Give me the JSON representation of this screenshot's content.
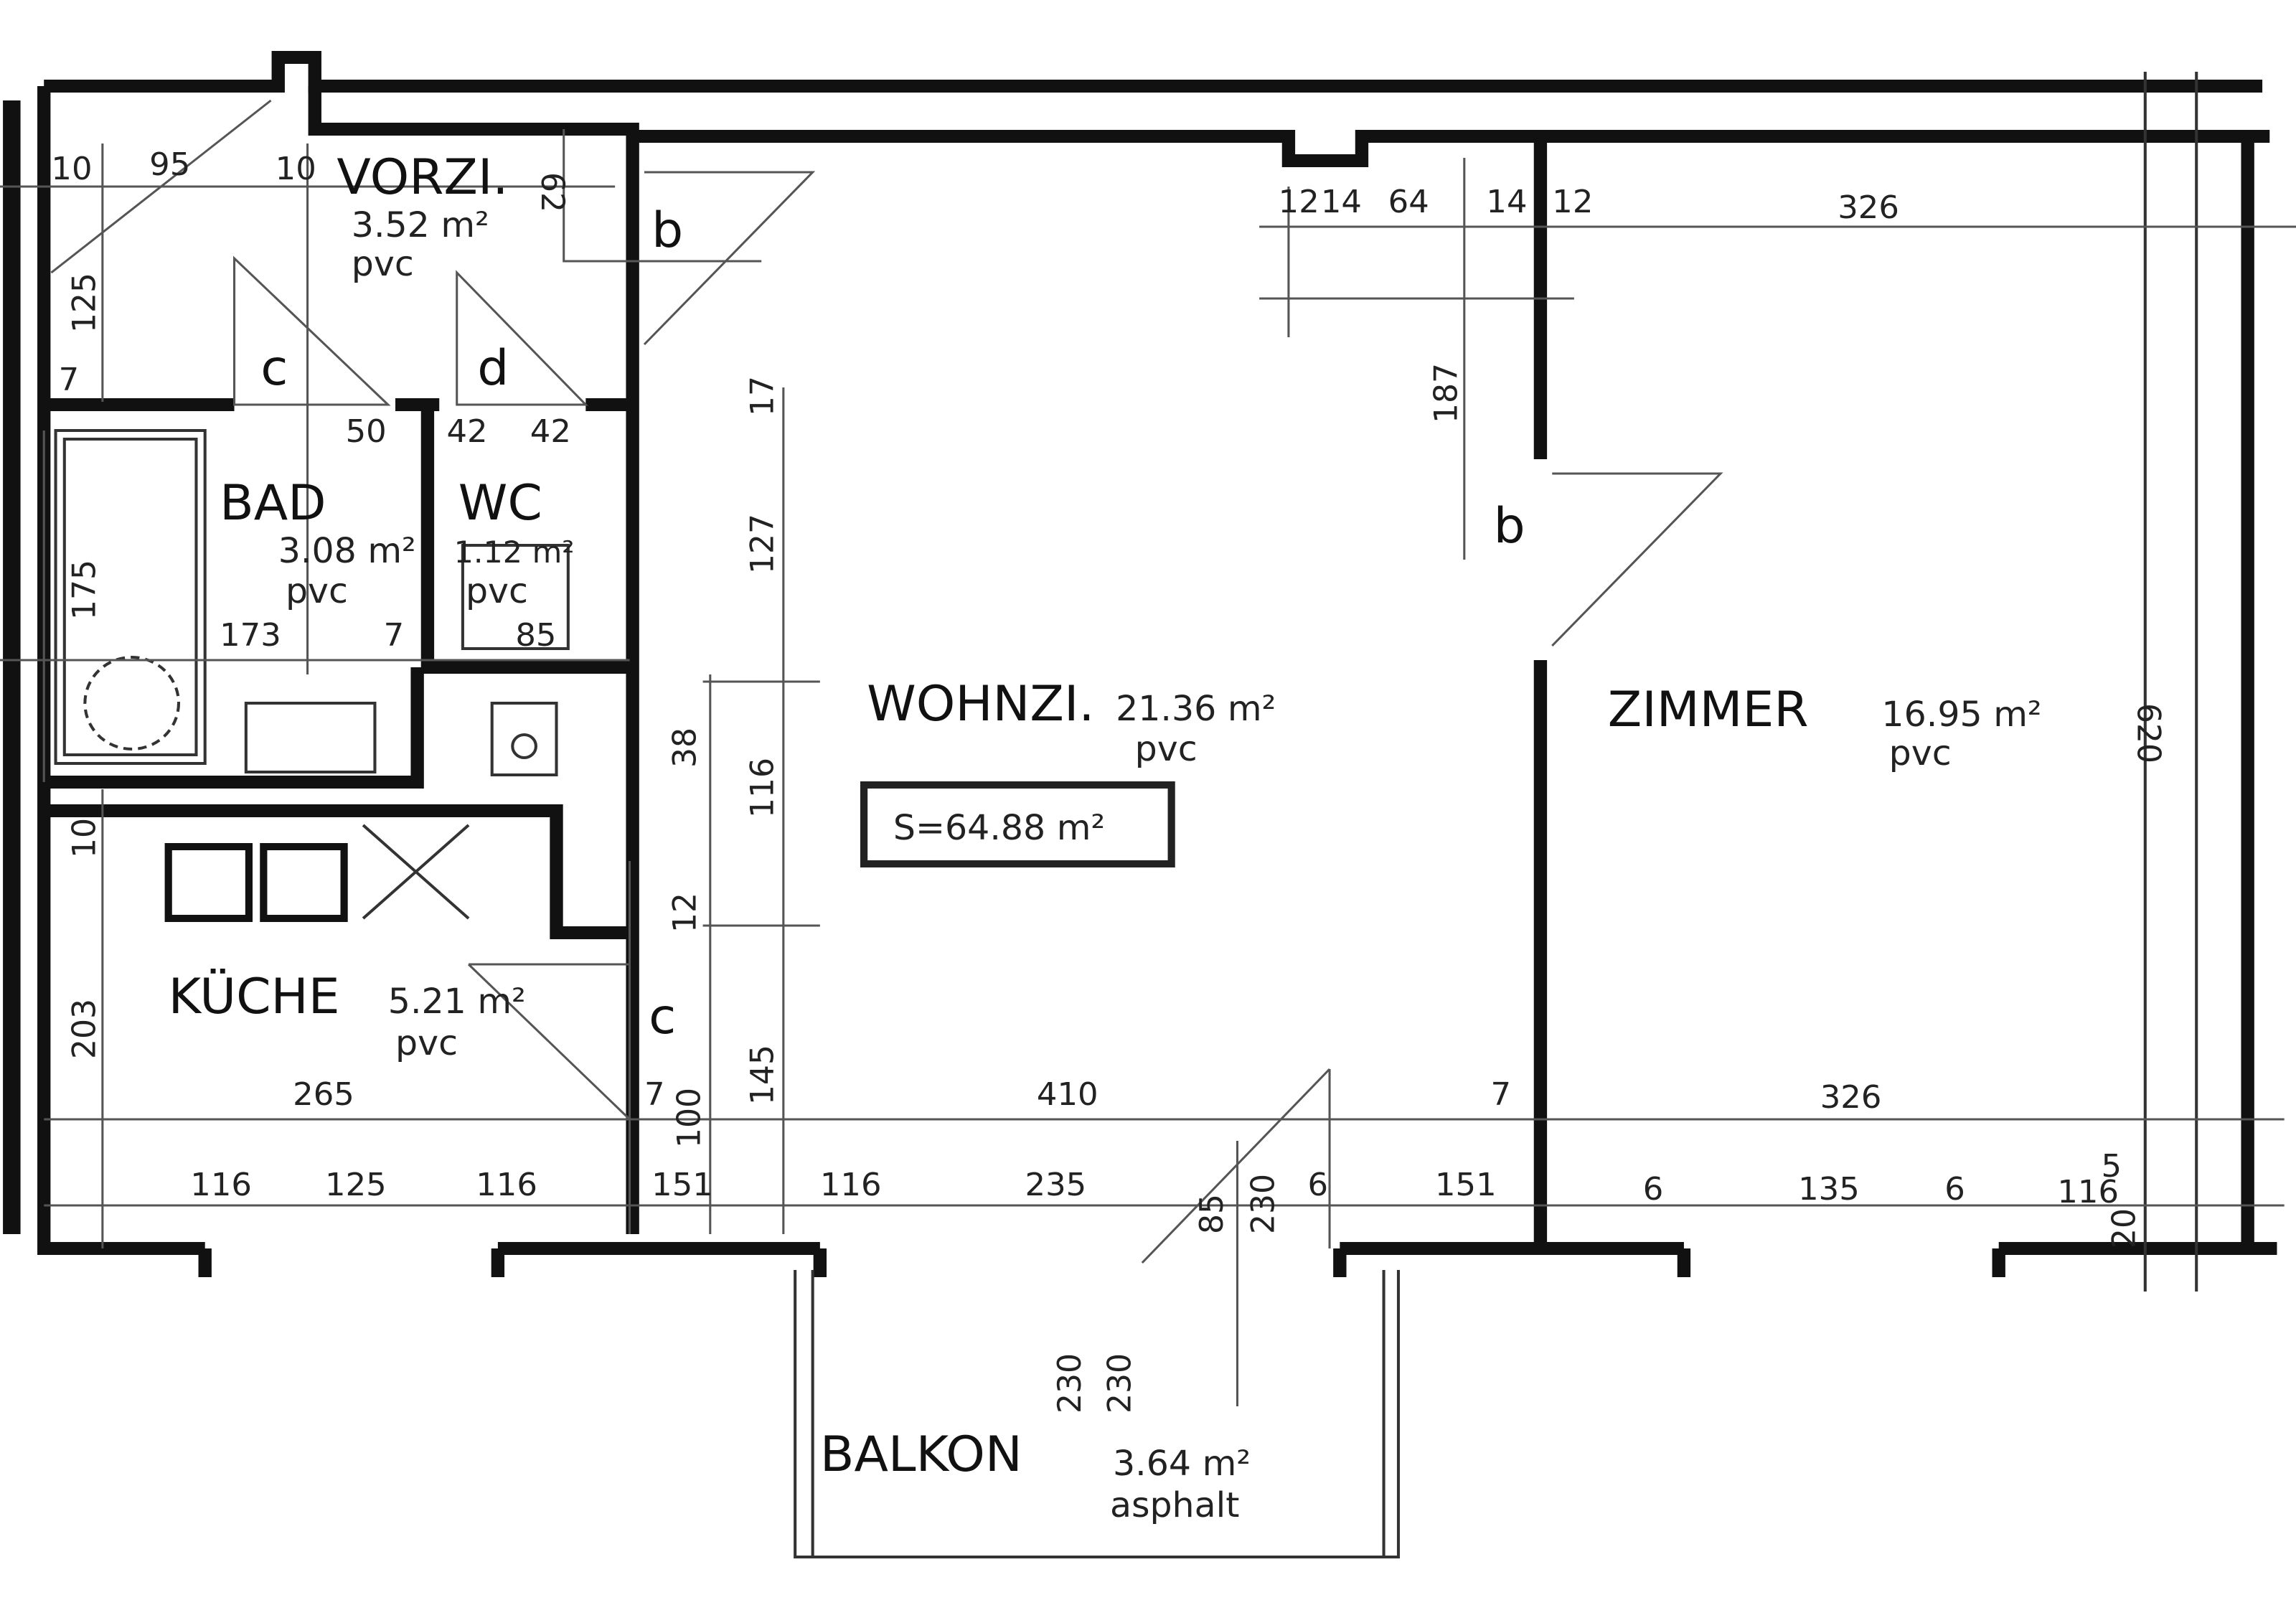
{
  "rooms": {
    "vorz": {
      "name": "VORZI.",
      "area": "3.52 m²",
      "floor": "pvc"
    },
    "bad": {
      "name": "BAD",
      "area": "3.08 m²",
      "floor": "pvc"
    },
    "wc": {
      "name": "WC",
      "area": "1.12 m²",
      "floor": "pvc"
    },
    "kueche": {
      "name": "KÜCHE",
      "area": "5.21 m²",
      "floor": "pvc"
    },
    "wohn": {
      "name": "WOHNZI.",
      "area": "21.36 m²",
      "floor": "pvc"
    },
    "zimmer": {
      "name": "ZIMMER",
      "area": "16.95 m²",
      "floor": "pvc"
    },
    "balkon": {
      "name": "BALKON",
      "area": "3.64 m²",
      "floor": "asphalt"
    }
  },
  "total_area": "S=64.88 m²",
  "door_labels": {
    "b1": "b",
    "b2": "b",
    "c1": "c",
    "c2": "c",
    "d": "d"
  },
  "dims": {
    "d10a": "10",
    "d95": "95",
    "d10b": "10",
    "d62": "62",
    "d125v": "125",
    "d7a": "7",
    "d50": "50",
    "d42a": "42",
    "d42b": "42",
    "d175": "175",
    "d173": "173",
    "d7b": "7",
    "d85": "85",
    "d10c": "10",
    "d203": "203",
    "d265": "265",
    "d7c": "7",
    "d100": "100",
    "d116a": "116",
    "d125h": "125",
    "d116b": "116",
    "d151a": "151",
    "d116c": "116",
    "d235": "235",
    "d85b": "85",
    "d230a": "230",
    "d6a": "6",
    "d151b": "151",
    "d17": "17",
    "d127": "127",
    "d38": "38",
    "d116v": "116",
    "d12": "12",
    "d145": "145",
    "d12a": "12",
    "d14a": "14",
    "d64": "64",
    "d14b": "14",
    "d12b": "12",
    "d326a": "326",
    "d187": "187",
    "d410": "410",
    "d7d": "7",
    "d326b": "326",
    "d620": "620",
    "d6b": "6",
    "d135": "135",
    "d6c": "6",
    "d116d": "116",
    "d5": "5",
    "d20": "20",
    "d230b": "230",
    "d230c": "230"
  }
}
